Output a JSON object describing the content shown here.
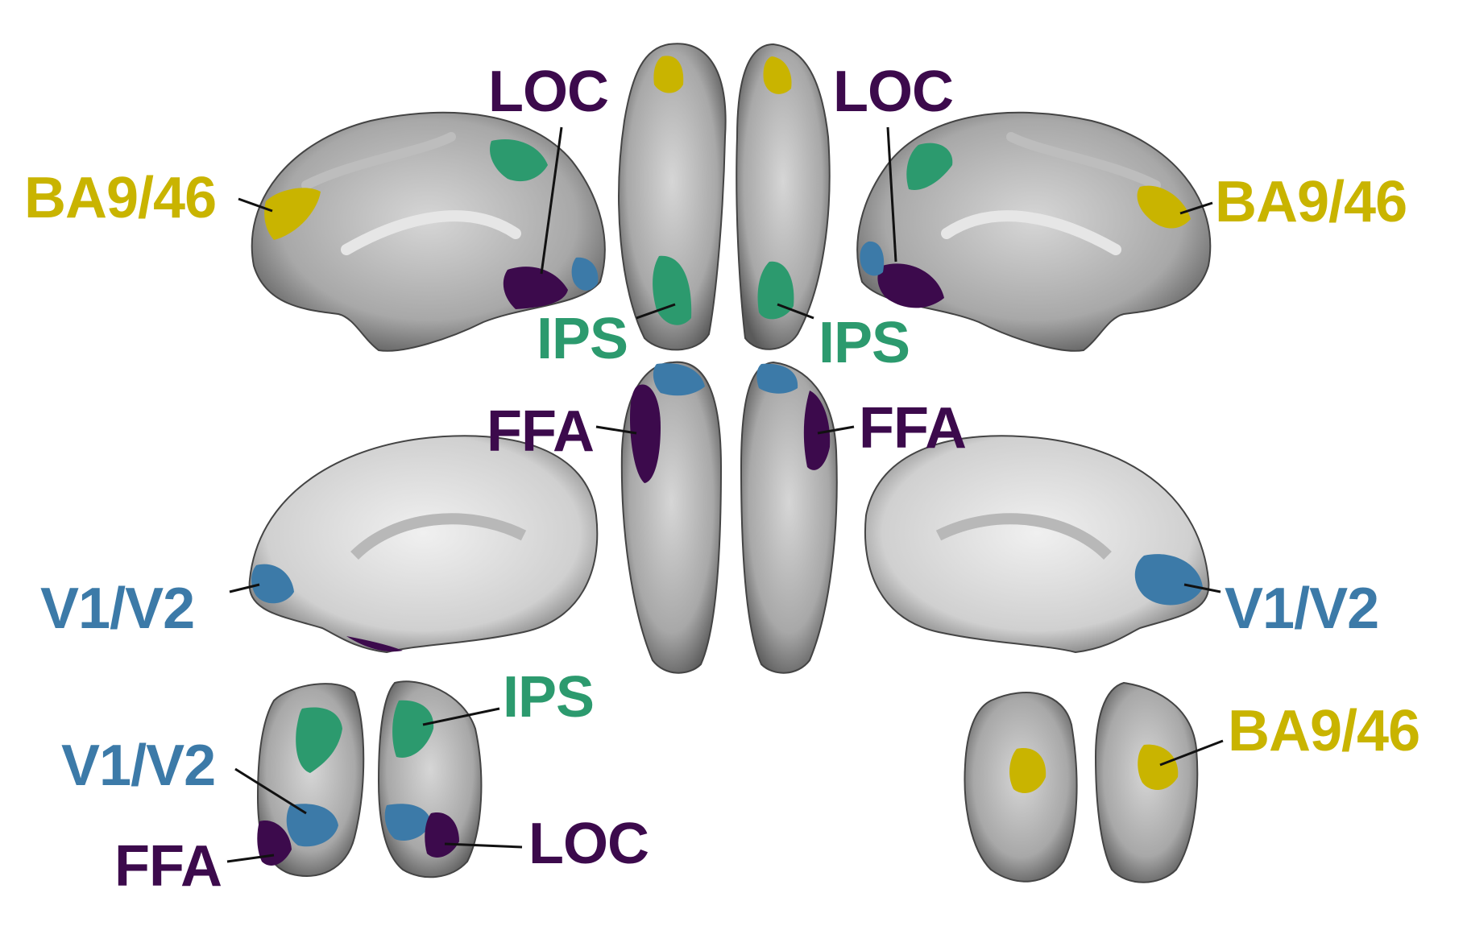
{
  "colors": {
    "loc": "#3c0a4c",
    "ips": "#2c9a6e",
    "ba946": "#c9b400",
    "v1v2": "#3c7aa8",
    "ffa": "#3c0a4c",
    "cortex_dark": "#8a8a8a",
    "cortex_light": "#c8c8c8",
    "cortex_mid": "#a4a4a4"
  },
  "labels": {
    "loc_left": "LOC",
    "loc_right": "LOC",
    "ba946_left": "BA9/46",
    "ba946_right": "BA9/46",
    "ips_top_left": "IPS",
    "ips_top_right": "IPS",
    "ffa_left": "FFA",
    "ffa_right": "FFA",
    "v1v2_left": "V1/V2",
    "v1v2_right": "V1/V2",
    "ips_bottom": "IPS",
    "v1v2_bottom": "V1/V2",
    "ffa_bottom": "FFA",
    "loc_bottom": "LOC",
    "ba946_bottom": "BA9/46"
  }
}
